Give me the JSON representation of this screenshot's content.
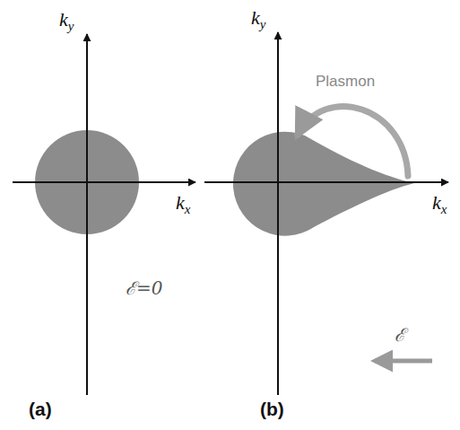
{
  "diagram": {
    "labels": [
      "ky",
      "kx",
      "ℰ=0",
      "(a)",
      "ky",
      "Plasmon",
      "kx",
      "ℰ",
      "(b)"
    ]
  }
}
